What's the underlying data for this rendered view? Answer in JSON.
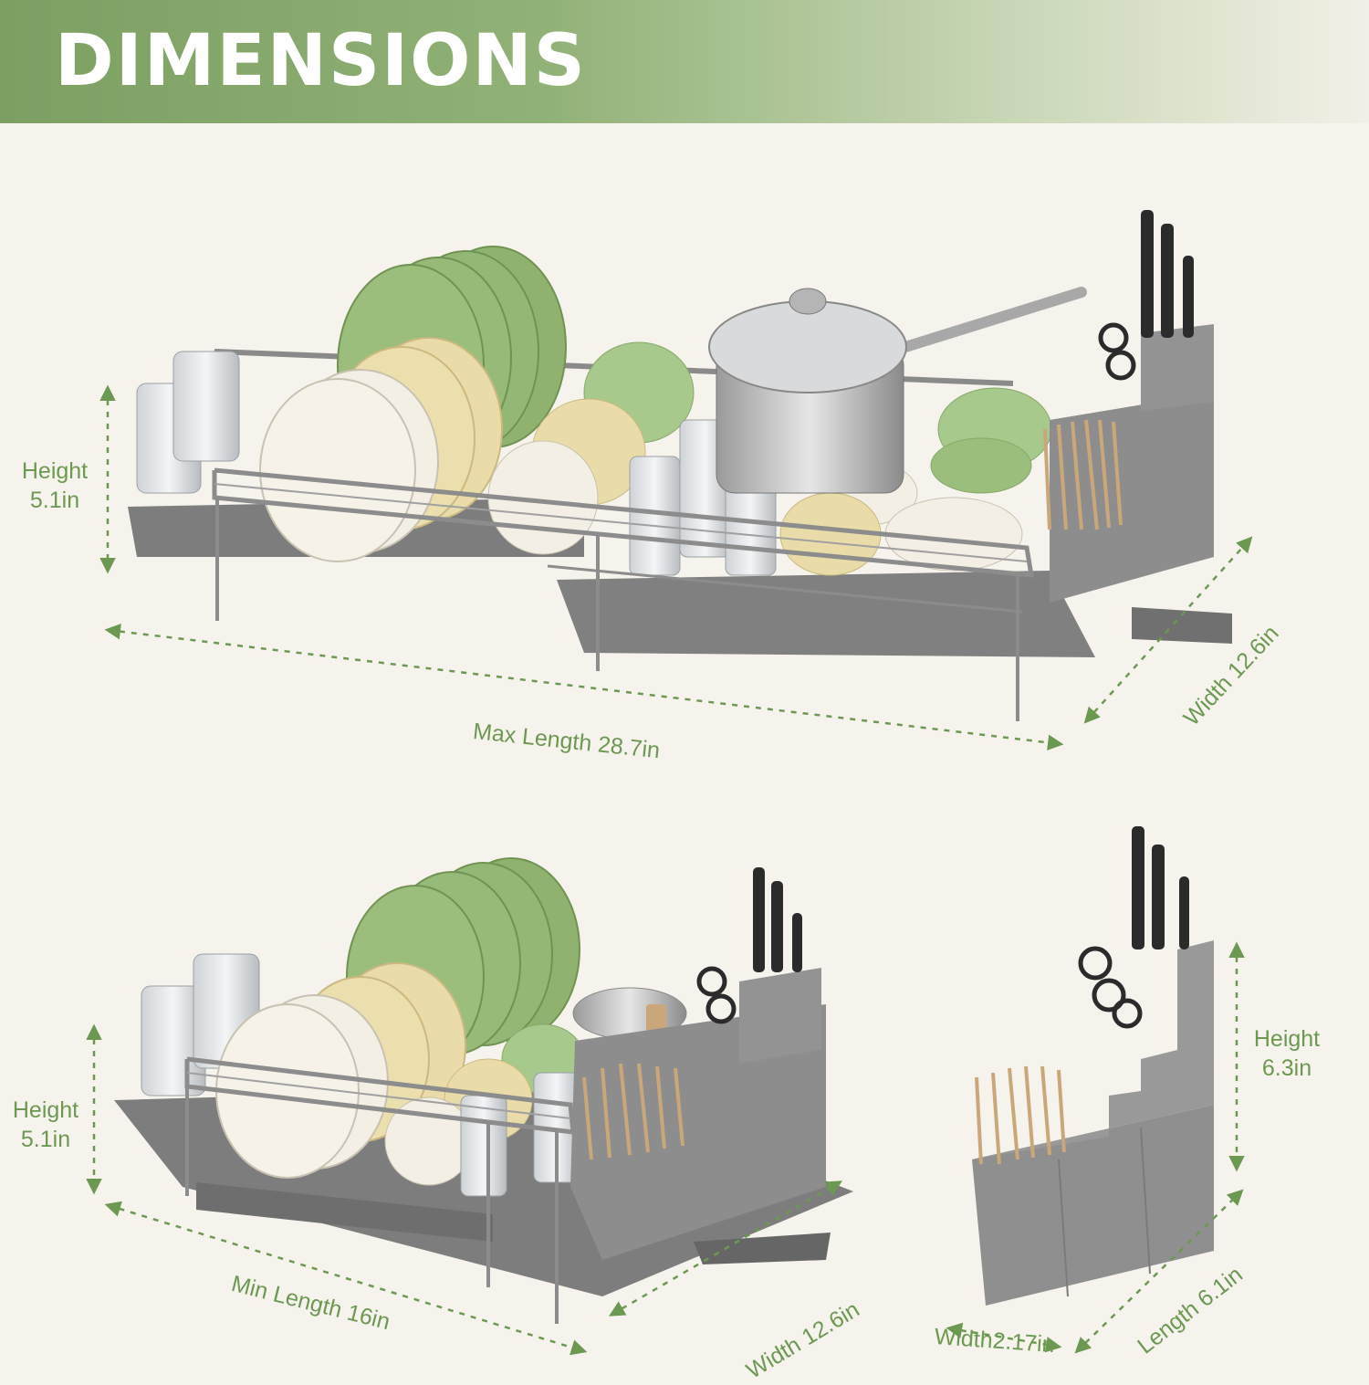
{
  "banner": {
    "title": "DIMENSIONS"
  },
  "colors": {
    "accent_green": "#6c9952",
    "banner_green": "#86a86b",
    "rack_gray": "#8c8c8c",
    "tray_gray": "#7a7a7a",
    "plate_green": "#8fb36f",
    "plate_yellow": "#eadca8",
    "plate_white": "#f4efe4",
    "background": "#f6f3ec"
  },
  "top_rack": {
    "height": {
      "label": "Height",
      "value": "5.1in"
    },
    "length": "Max Length 28.7in",
    "width": "Width 12.6in"
  },
  "bottom_rack": {
    "height": {
      "label": "Height",
      "value": "5.1in"
    },
    "length": "Min Length 16in",
    "width": "Width 12.6in"
  },
  "caddy": {
    "height": {
      "label": "Height",
      "value": "6.3in"
    },
    "length": "Length 6.1in",
    "width": "Width2.17in"
  },
  "icons": [
    "dimension-arrow-icon",
    "knife-icon",
    "scissors-icon",
    "cup-icon",
    "plate-icon",
    "pot-icon",
    "bowl-icon"
  ]
}
